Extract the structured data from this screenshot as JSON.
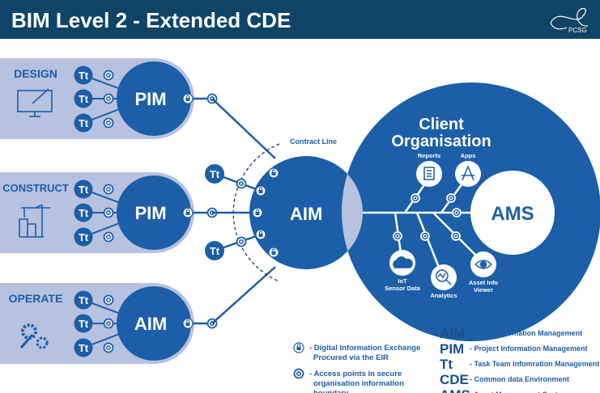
{
  "header": {
    "title": "BIM Level 2 - Extended CDE",
    "logo": "PCSG"
  },
  "colors": {
    "header": "#0f4466",
    "blue": "#1c5ea8",
    "band": "#b7c1e0",
    "white": "#ffffff"
  },
  "stages": [
    {
      "label": "DESIGN",
      "icon": "monitor-brush-icon",
      "hub": "PIM"
    },
    {
      "label": "CONSTRUCT",
      "icon": "crane-icon",
      "hub": "PIM"
    },
    {
      "label": "OPERATE",
      "icon": "gears-wrench-icon",
      "hub": "AIM"
    }
  ],
  "tt": "Tt",
  "center": {
    "label": "AIM",
    "contract_line": "Contract Line"
  },
  "client": {
    "title_line1": "Client",
    "title_line2": "Organisation",
    "ams": "AMS",
    "nodes": [
      {
        "label": "Reports",
        "icon": "document-icon"
      },
      {
        "label": "Apps",
        "icon": "app-store-icon"
      },
      {
        "label1": "IoT",
        "label2": "Sensor Data",
        "icon": "iot-cloud-icon"
      },
      {
        "label": "Analytics",
        "icon": "analytics-magnifier-icon"
      },
      {
        "label1": "Asset Info",
        "label2": "Viewer",
        "icon": "eye-icon"
      }
    ]
  },
  "legend_symbols": [
    {
      "icon": "lock-icon",
      "line1": "- Digital Information Exchange",
      "line2": "Procured via the EIR"
    },
    {
      "icon": "access-point-icon",
      "line1": "- Access points in secure",
      "line2": "organisation information",
      "line3": "boundary"
    }
  ],
  "legend_terms": [
    {
      "abbr": "AIM",
      "desc": "- Asset Information Management"
    },
    {
      "abbr": "PIM",
      "desc": "- Project Information Management"
    },
    {
      "abbr": "Tt",
      "desc": "- Task Team Infomration Management"
    },
    {
      "abbr": "CDE",
      "desc": "- Common data Environment"
    },
    {
      "abbr": "AMS",
      "desc": "- Asset Management System"
    }
  ]
}
